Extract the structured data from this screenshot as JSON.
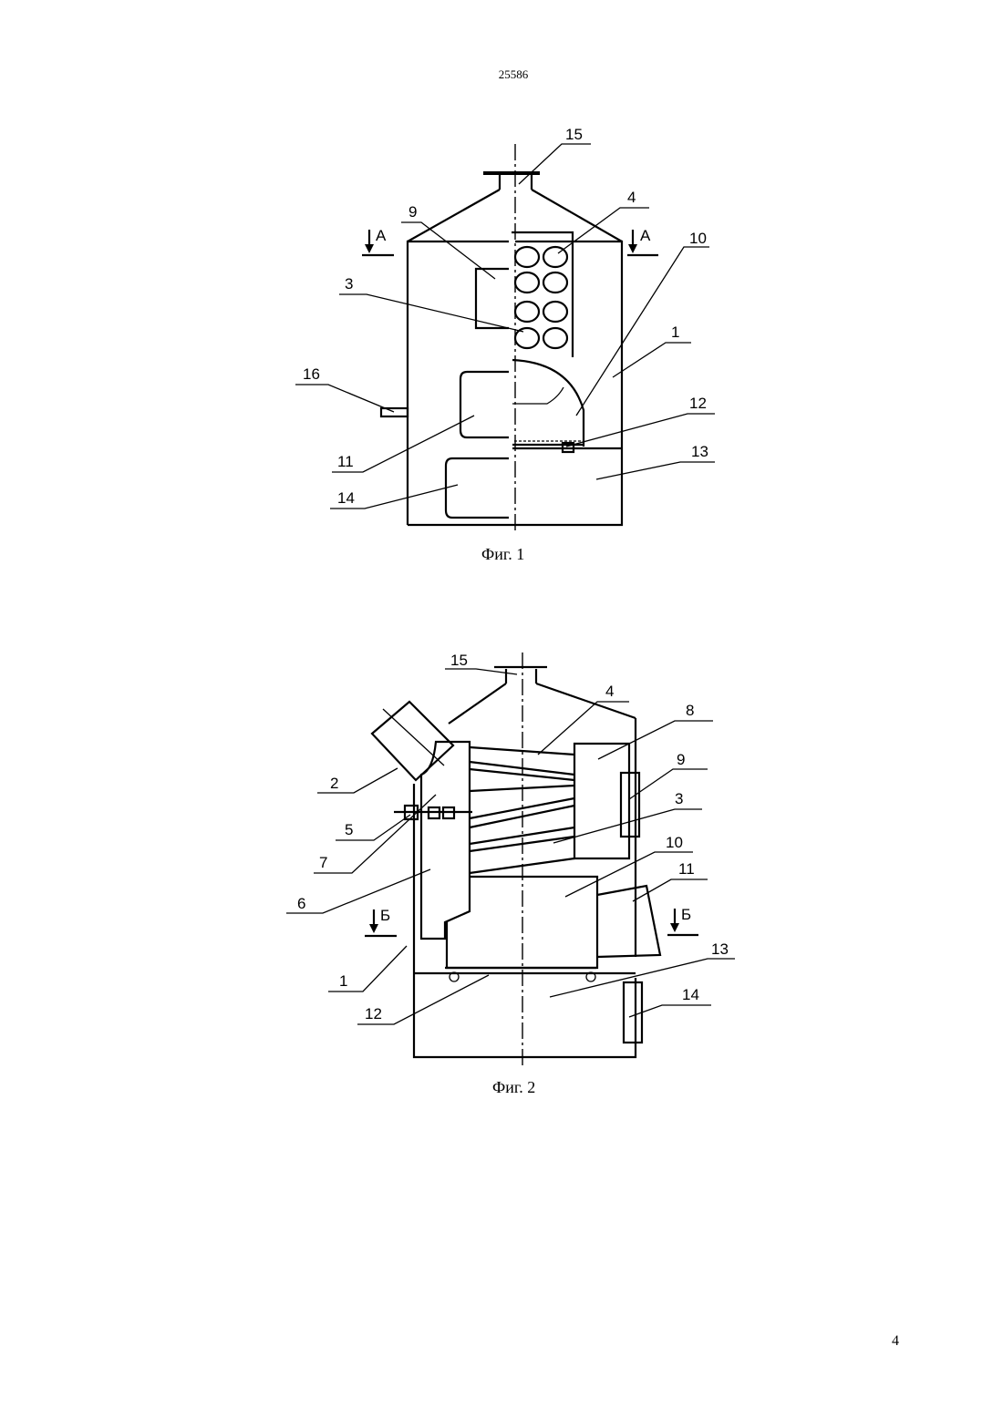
{
  "header": {
    "doc_number": "25586"
  },
  "footer": {
    "page_number": "4"
  },
  "figure1": {
    "caption": "Фиг. 1",
    "section_mark": "А",
    "labels": {
      "l1": "1",
      "l3": "3",
      "l4": "4",
      "l9": "9",
      "l10": "10",
      "l11": "11",
      "l12": "12",
      "l13": "13",
      "l14": "14",
      "l15": "15",
      "l16": "16"
    }
  },
  "figure2": {
    "caption": "Фиг. 2",
    "section_mark": "Б",
    "labels": {
      "l1": "1",
      "l2": "2",
      "l3": "3",
      "l4": "4",
      "l5": "5",
      "l6": "6",
      "l7": "7",
      "l8": "8",
      "l9": "9",
      "l10": "10",
      "l11": "11",
      "l12": "12",
      "l13": "13",
      "l14": "14",
      "l15": "15"
    }
  }
}
